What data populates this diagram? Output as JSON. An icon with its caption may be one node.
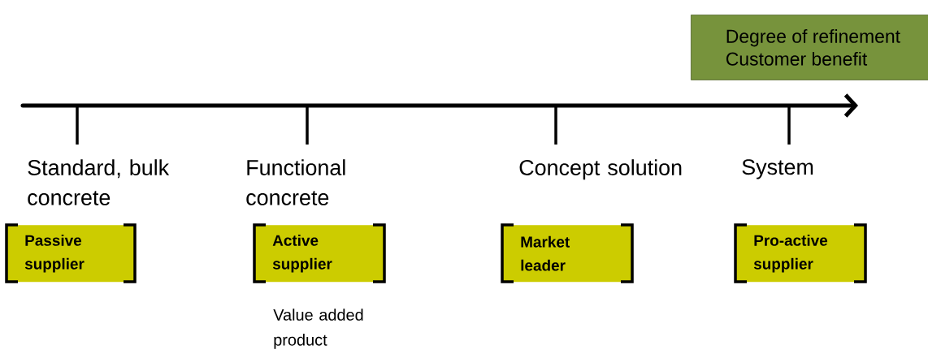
{
  "diagram": {
    "nodes": [
      {
        "text": [
          "Degree of refinement",
          "Customer benefit"
        ]
      },
      {
        "text": [
          "Standard, bulk concrete",
          "Passive supplier"
        ]
      },
      {
        "text": [
          "Functional concrete",
          "Active supplier"
        ],
        "beside": [
          "Value added product"
        ]
      },
      {
        "text": [
          "Concept solution",
          "Market leader"
        ]
      },
      {
        "text": [
          "System",
          "Pro-active supplier"
        ]
      }
    ]
  }
}
